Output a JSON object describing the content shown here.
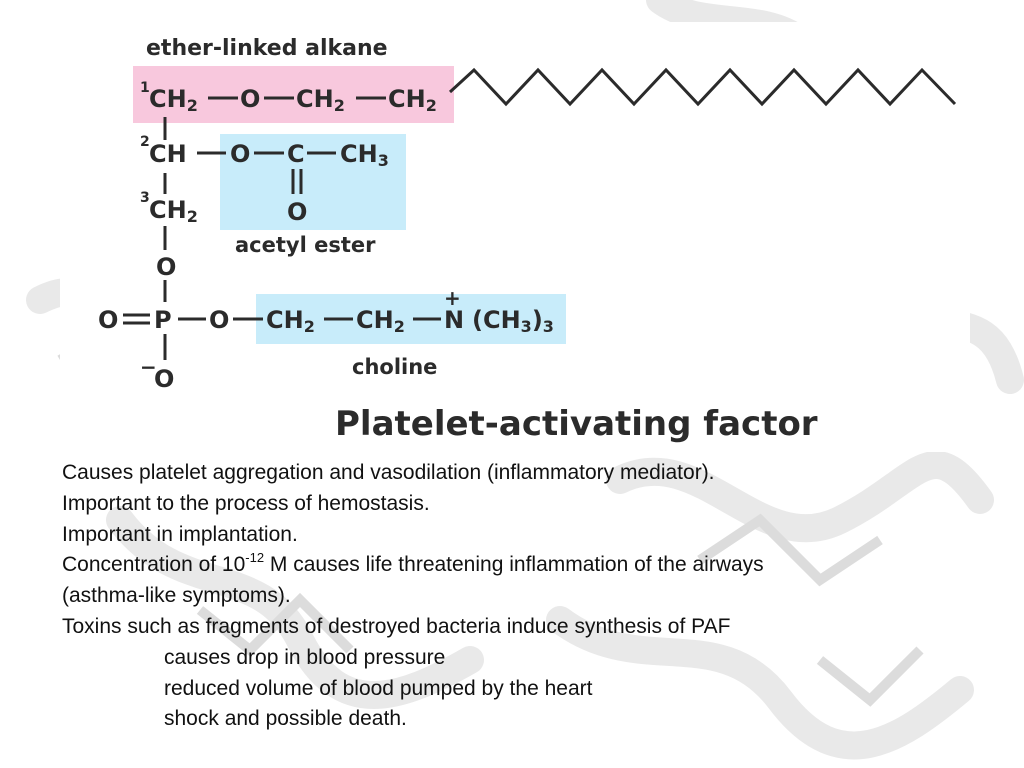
{
  "diagram": {
    "label_ether": "ether-linked alkane",
    "label_acetyl": "acetyl ester",
    "label_choline": "choline",
    "title": "Platelet-activating factor",
    "highlight_colors": {
      "ether": "#f8c8dd",
      "acetyl": "#c8ecfa",
      "choline": "#c8ecfa"
    },
    "row1": {
      "sup": "1",
      "ch2a": "CH",
      "o": "O",
      "ch2b": "CH",
      "ch2c": "CH"
    },
    "row2": {
      "sup": "2",
      "ch": "CH",
      "o": "O",
      "c": "C",
      "ch3": "CH",
      "carbonyl_o": "O"
    },
    "row3": {
      "sup": "3",
      "ch2": "CH"
    },
    "o_link": "O",
    "phosphate": {
      "o_left": "O",
      "p": "P",
      "o_right": "O",
      "o_bottom": "O",
      "minus": "−"
    },
    "choline_chain": {
      "ch2a": "CH",
      "ch2b": "CH",
      "n": "N",
      "plus": "+",
      "nme": "(CH",
      "close": ")"
    },
    "subscripts": {
      "two": "2",
      "three": "3"
    }
  },
  "text": {
    "line1": "Causes platelet aggregation and vasodilation (inflammatory mediator).",
    "line2": "Important to the process of hemostasis.",
    "line3": "Important in implantation.",
    "line4a": "Concentration of 10",
    "line4sup": "-12",
    "line4b": " M causes life threatening inflammation of the airways",
    "line5": "(asthma-like symptoms).",
    "line6": "Toxins such as fragments of destroyed bacteria induce synthesis of PAF",
    "line7": "causes drop in blood pressure",
    "line8": "reduced volume of blood pumped by the heart",
    "line9": "shock and possible death."
  }
}
